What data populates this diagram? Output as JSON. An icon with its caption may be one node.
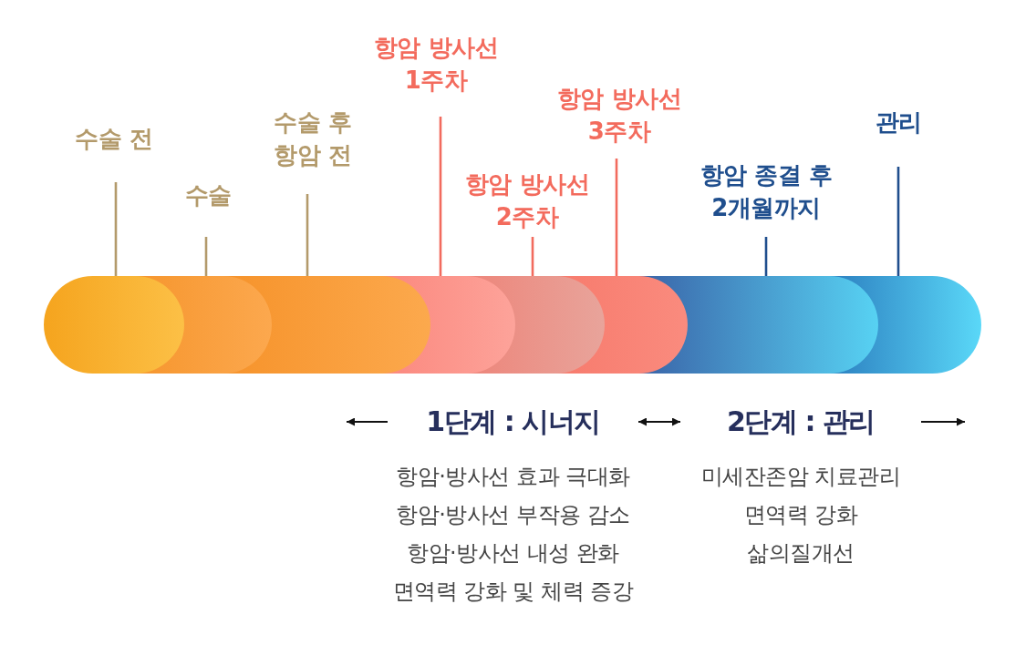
{
  "diagram": {
    "nodes": [
      {
        "text": [
          "수술 전"
        ]
      },
      {
        "text": [
          "수술"
        ]
      },
      {
        "text": [
          "수술 후 항암 전"
        ]
      },
      {
        "text": [
          "항암 방사선 1주차"
        ]
      },
      {
        "text": [
          "항암 방사선 2주차"
        ]
      },
      {
        "text": [
          "항암 방사선 3주차"
        ]
      },
      {
        "text": [
          "항암 종결 후 2개월까지"
        ]
      },
      {
        "text": [
          "관리"
        ]
      },
      {
        "text": [],
        "shape": "bar"
      },
      {
        "text": [],
        "shape": "bar"
      },
      {
        "text": [],
        "shape": "bar"
      },
      {
        "text": [],
        "shape": "bar"
      },
      {
        "text": [],
        "shape": "bar"
      },
      {
        "text": [],
        "shape": "bar"
      },
      {
        "text": [],
        "shape": "bar"
      },
      {
        "text": [],
        "shape": "bar"
      },
      {
        "text": [
          "1단계 : 시너지",
          "항암·방사선 효과 극대화",
          "항암·방사선 부작용 감소",
          "항암·방사선 내성 완화",
          "면역력 강화 및 체력 증강"
        ]
      },
      {
        "text": [
          "2단계 : 관리",
          "미세잔존암 치료관리",
          "면역력 강화",
          "삶의질개선"
        ]
      }
    ],
    "edges": [
      {
        "from": 0,
        "to": 8,
        "arrow": "none",
        "color": "#b39a6b"
      },
      {
        "from": 1,
        "to": 9,
        "arrow": "none",
        "color": "#b39a6b"
      },
      {
        "from": 2,
        "to": 10,
        "arrow": "none",
        "color": "#b39a6b"
      },
      {
        "from": 3,
        "to": 11,
        "arrow": "none",
        "color": "#f26b5e"
      },
      {
        "from": 4,
        "to": 12,
        "arrow": "none",
        "color": "#f26b5e"
      },
      {
        "from": 5,
        "to": 13,
        "arrow": "none",
        "color": "#f26b5e"
      },
      {
        "from": 6,
        "to": 14,
        "arrow": "none",
        "color": "#1f4e8d"
      },
      {
        "from": 7,
        "to": 15,
        "arrow": "none",
        "color": "#1f4e8d"
      },
      {
        "from": 16,
        "to": null,
        "arrow": "to",
        "color": "#111111"
      },
      {
        "from": 16,
        "to": 17,
        "arrow": "both",
        "color": "#111111"
      },
      {
        "from": 17,
        "to": null,
        "arrow": "to",
        "color": "#111111"
      }
    ]
  }
}
